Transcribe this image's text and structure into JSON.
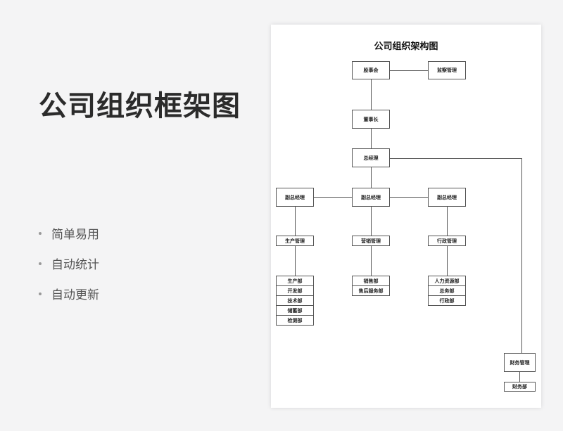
{
  "heading": "公司组织框架图",
  "features": [
    "简单易用",
    "自动统计",
    "自动更新"
  ],
  "chart": {
    "title": "公司组织架构图",
    "shareholders": "股事会",
    "supervision": "监察管理",
    "chairman": "董事长",
    "gm": "总经理",
    "vps": [
      "副总经理",
      "副总经理",
      "副总经理"
    ],
    "managements": [
      "生产管理",
      "营销管理",
      "行政管理"
    ],
    "departments": [
      [
        "生产部",
        "开发部",
        "技术部",
        "储蓄部",
        "检测部"
      ],
      [
        "销售部",
        "售后服务部"
      ],
      [
        "人力资源部",
        "总务部",
        "行政部"
      ]
    ],
    "finance_mgmt": "财务管理",
    "finance_dept": "财务部"
  }
}
